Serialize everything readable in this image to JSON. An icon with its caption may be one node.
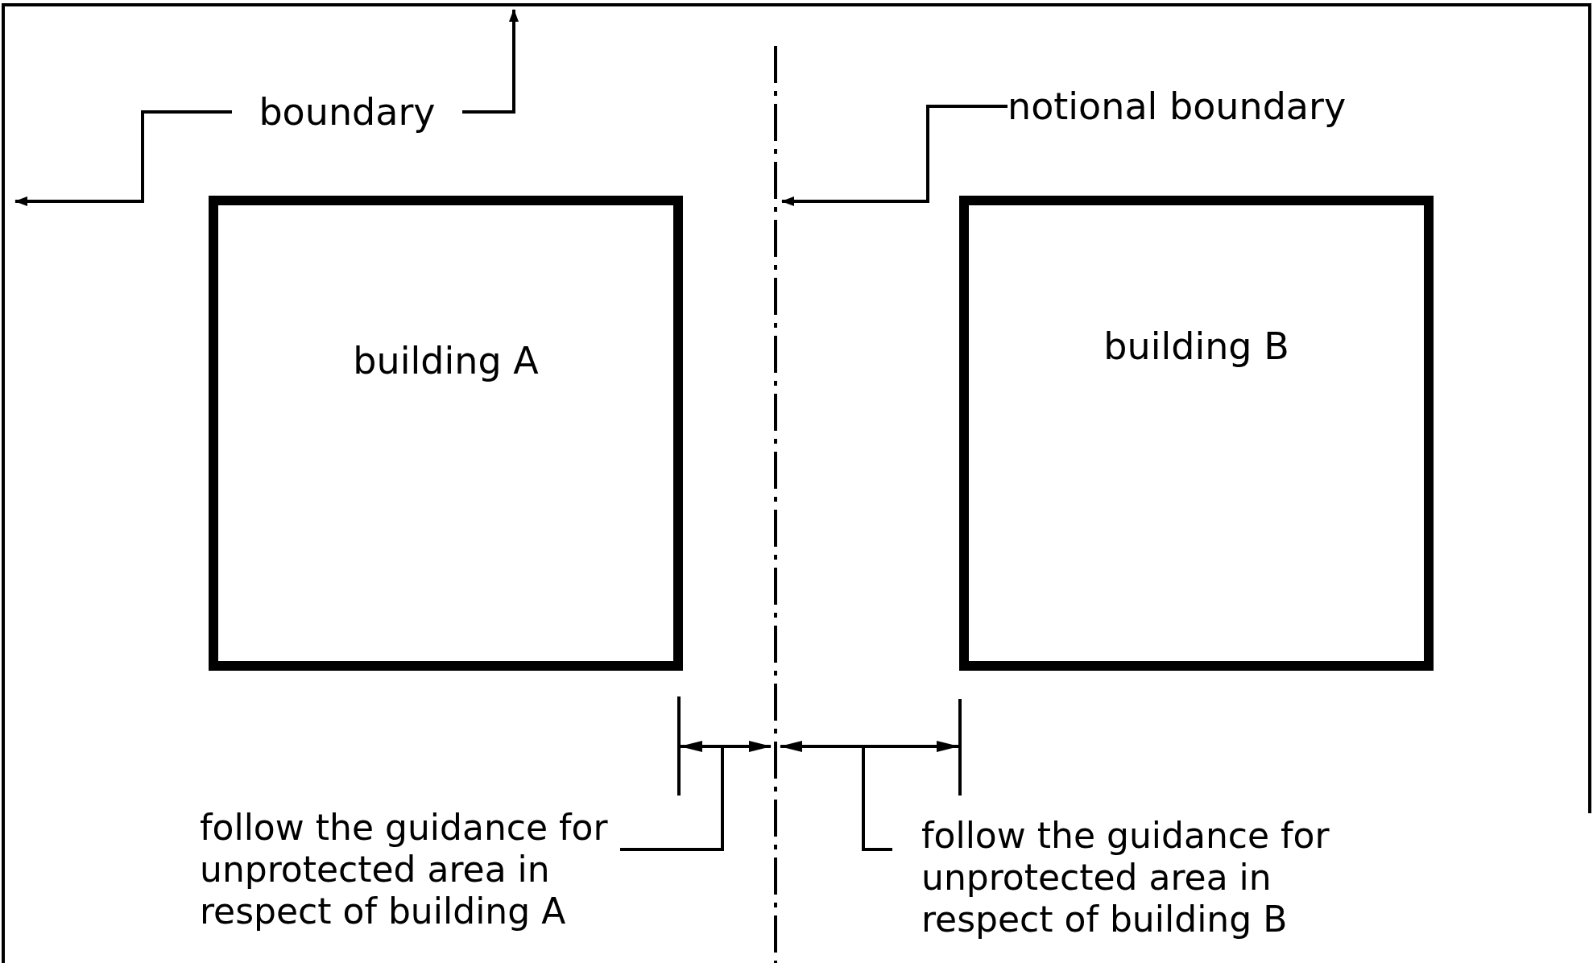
{
  "diagram": {
    "nodes": [
      {
        "text": [
          "boundary"
        ]
      },
      {
        "text": [
          "notional boundary"
        ]
      },
      {
        "text": [
          "building A"
        ]
      },
      {
        "text": [
          "building B"
        ]
      },
      {
        "text": [
          "follow the guidance for unprotected area in respect of building A"
        ]
      },
      {
        "text": [
          "follow the guidance for unprotected area in respect of building B"
        ]
      }
    ],
    "edges": [
      {
        "from": 0,
        "to": null,
        "arrow": "to"
      },
      {
        "from": 0,
        "to": null,
        "arrow": "to"
      },
      {
        "from": 1,
        "to": null,
        "arrow": "to"
      },
      {
        "from": 4,
        "to": null,
        "arrow": "none"
      },
      {
        "from": 5,
        "to": null,
        "arrow": "none"
      }
    ]
  }
}
